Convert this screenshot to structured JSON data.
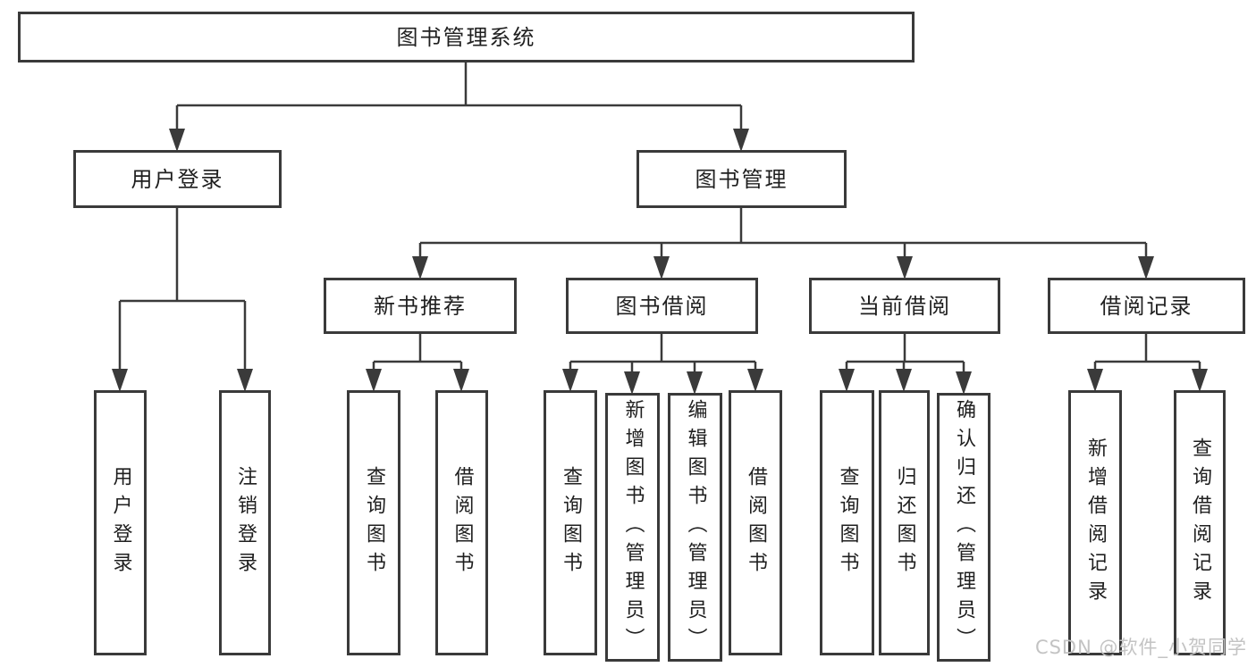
{
  "diagram": {
    "root": {
      "label": "图书管理系统",
      "children": [
        {
          "label": "用户登录",
          "children": [
            {
              "label": "用户登录"
            },
            {
              "label": "注销登录"
            }
          ]
        },
        {
          "label": "图书管理",
          "children": [
            {
              "label": "新书推荐",
              "children": [
                {
                  "label": "查询图书"
                },
                {
                  "label": "借阅图书"
                }
              ]
            },
            {
              "label": "图书借阅",
              "children": [
                {
                  "label": "查询图书"
                },
                {
                  "label": "新增图书（管理员）"
                },
                {
                  "label": "编辑图书（管理员）"
                },
                {
                  "label": "借阅图书"
                }
              ]
            },
            {
              "label": "当前借阅",
              "children": [
                {
                  "label": "查询图书"
                },
                {
                  "label": "归还图书"
                },
                {
                  "label": "确认归还（管理员）"
                }
              ]
            },
            {
              "label": "借阅记录",
              "children": [
                {
                  "label": "新增借阅记录"
                },
                {
                  "label": "查询借阅记录"
                }
              ]
            }
          ]
        }
      ]
    },
    "line_color": "#3a3a3a",
    "box_background": "#ffffff",
    "text_color": "#1f1f1f"
  },
  "watermark": "CSDN @软件_小贺同学"
}
